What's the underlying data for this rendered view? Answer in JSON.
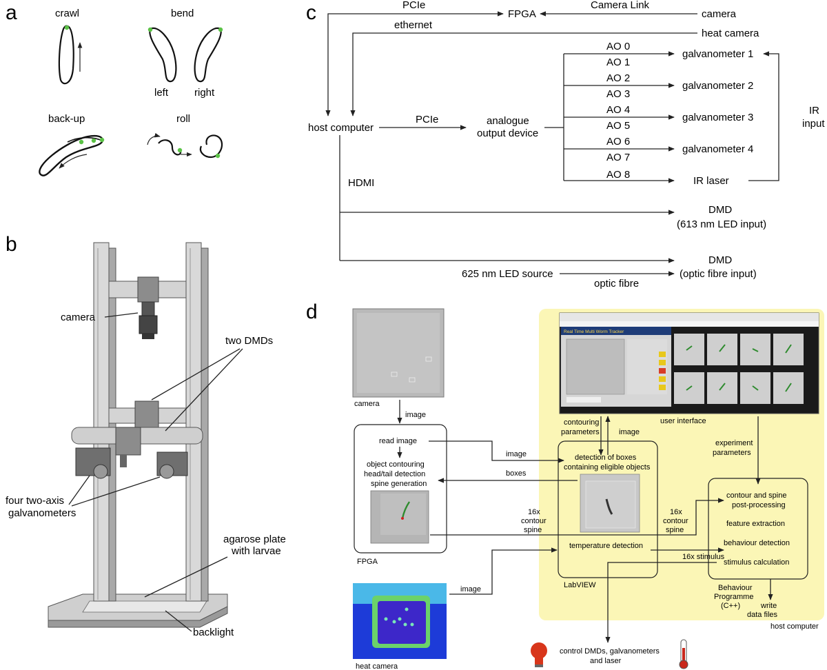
{
  "panels": {
    "a": {
      "letter": "a",
      "crawl": "crawl",
      "bend": "bend",
      "left": "left",
      "right": "right",
      "backup": "back-up",
      "roll": "roll"
    },
    "b": {
      "letter": "b",
      "camera": "camera",
      "two_dmds": "two DMDs",
      "four_galvo_1": "four two-axis",
      "four_galvo_2": "galvanometers",
      "agarose_1": "agarose plate",
      "agarose_2": "with larvae",
      "backlight": "backlight"
    },
    "c": {
      "letter": "c",
      "pcie_top": "PCIe",
      "fpga": "FPGA",
      "camera_link": "Camera Link",
      "camera": "camera",
      "ethernet": "ethernet",
      "heat_camera": "heat camera",
      "host_computer": "host computer",
      "pcie_mid": "PCIe",
      "analogue_1": "analogue",
      "analogue_2": "output device",
      "ao": [
        "AO 0",
        "AO 1",
        "AO 2",
        "AO 3",
        "AO 4",
        "AO 5",
        "AO 6",
        "AO 7",
        "AO 8"
      ],
      "galvos": [
        "galvanometer 1",
        "galvanometer 2",
        "galvanometer 3",
        "galvanometer 4"
      ],
      "ir_laser": "IR laser",
      "ir_input_1": "IR",
      "ir_input_2": "input",
      "hdmi": "HDMI",
      "dmd1_1": "DMD",
      "dmd1_2": "(613 nm LED input)",
      "dmd2_1": "DMD",
      "dmd2_2": "(optic fibre input)",
      "led_source": "625 nm LED source",
      "optic_fibre": "optic fibre"
    },
    "d": {
      "letter": "d",
      "camera": "camera",
      "image1": "image",
      "read_image": "read image",
      "contouring_1": "object contouring",
      "contouring_2": "head/tail detection",
      "contouring_3": "spine generation",
      "fpga": "FPGA",
      "image2": "image",
      "boxes": "boxes",
      "contour_spine_1": "16x",
      "contour_spine_2": "contour",
      "contour_spine_3": "spine",
      "contouring_params_1": "contouring",
      "contouring_params_2": "parameters",
      "image3": "image",
      "user_interface": "user interface",
      "detection_1": "detection of boxes",
      "detection_2": "containing eligible objects",
      "temperature_detection": "temperature detection",
      "labview": "LabVIEW",
      "experiment_1": "experiment",
      "experiment_2": "parameters",
      "contour_post_1": "contour and spine",
      "contour_post_2": "post-processing",
      "feature_extraction": "feature extraction",
      "behaviour_detection": "behaviour detection",
      "stimulus_calculation": "stimulus calculation",
      "contour_spine2_1": "16x",
      "contour_spine2_2": "contour",
      "contour_spine2_3": "spine",
      "stimulus_16x": "16x stimulus",
      "behaviour_prog_1": "Behaviour",
      "behaviour_prog_2": "Programme",
      "behaviour_prog_3": "(C++)",
      "write_1": "write",
      "write_2": "data files",
      "host_computer": "host computer",
      "image4": "image",
      "heat_camera": "heat camera",
      "control_1": "control DMDs, galvanometers",
      "control_2": "and laser",
      "ui_title": "Real Time Multi Worm Tracker"
    }
  },
  "colors": {
    "highlight": "#fbf6b6",
    "green_dot": "#5bc246",
    "bulb": "#d8361b",
    "thermo": "#c9281c"
  }
}
